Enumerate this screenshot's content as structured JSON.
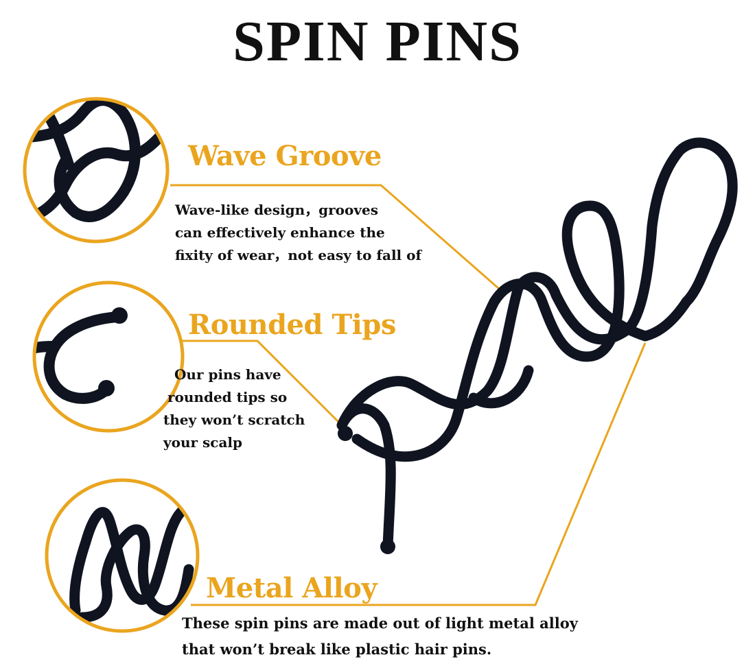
{
  "title": "SPIN PINS",
  "colors": {
    "accent": "#eaa51f",
    "pin": "#0f1420",
    "text": "#111111"
  },
  "features": [
    {
      "icon": "wave-groove-closeup-icon",
      "heading": "Wave Groove",
      "lines": [
        "Wave-like design，grooves",
        "can effectively enhance the",
        "fixity of wear，not easy to fall of"
      ]
    },
    {
      "icon": "rounded-tips-closeup-icon",
      "heading": "Rounded Tips",
      "lines": [
        "Our pins have",
        "rounded tips so",
        "they won’t scratch",
        "your scalp"
      ]
    },
    {
      "icon": "metal-alloy-closeup-icon",
      "heading": "Metal Alloy",
      "lines": [
        "These spin pins are made out of light metal alloy",
        "that won’t break like plastic hair pins."
      ]
    }
  ]
}
